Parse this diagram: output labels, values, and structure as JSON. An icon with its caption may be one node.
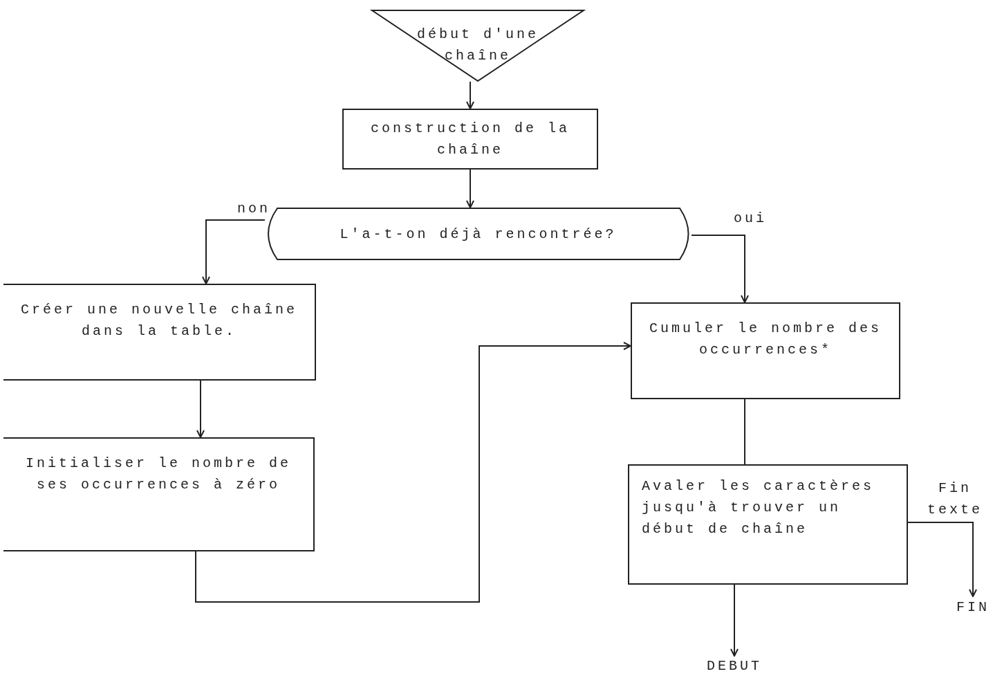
{
  "diagram": {
    "nodes": [
      {
        "text": [
          "début d'une chaîne"
        ]
      },
      {
        "text": [
          "construction de la chaîne"
        ]
      },
      {
        "text": [
          "L'a-t-on déjà rencontrée?"
        ]
      },
      {
        "text": [
          "Créer une nouvelle chaîne dans la table."
        ]
      },
      {
        "text": [
          "Initialiser le nombre de ses occurrences à zéro"
        ]
      },
      {
        "text": [
          "Cumuler le nombre des occurrences*"
        ]
      },
      {
        "text": [
          "Avaler les caractères jusqu'à trouver un début de chaîne"
        ]
      },
      {
        "text": [
          "FIN"
        ]
      },
      {
        "text": [
          "DEBUT"
        ]
      }
    ],
    "edges": [
      {
        "from": 0,
        "to": 1,
        "arrow": "to"
      },
      {
        "from": 1,
        "to": 2,
        "arrow": "to"
      },
      {
        "from": 2,
        "to": 3,
        "arrow": "to",
        "label": "non"
      },
      {
        "from": 2,
        "to": 5,
        "arrow": "to",
        "label": "oui"
      },
      {
        "from": 3,
        "to": 4,
        "arrow": "to"
      },
      {
        "from": 4,
        "to": 5,
        "arrow": "to"
      },
      {
        "from": 5,
        "to": 6,
        "arrow": "none"
      },
      {
        "from": 6,
        "to": 7,
        "arrow": "to",
        "label": "Fin texte"
      },
      {
        "from": 6,
        "to": 8,
        "arrow": "to"
      }
    ]
  }
}
